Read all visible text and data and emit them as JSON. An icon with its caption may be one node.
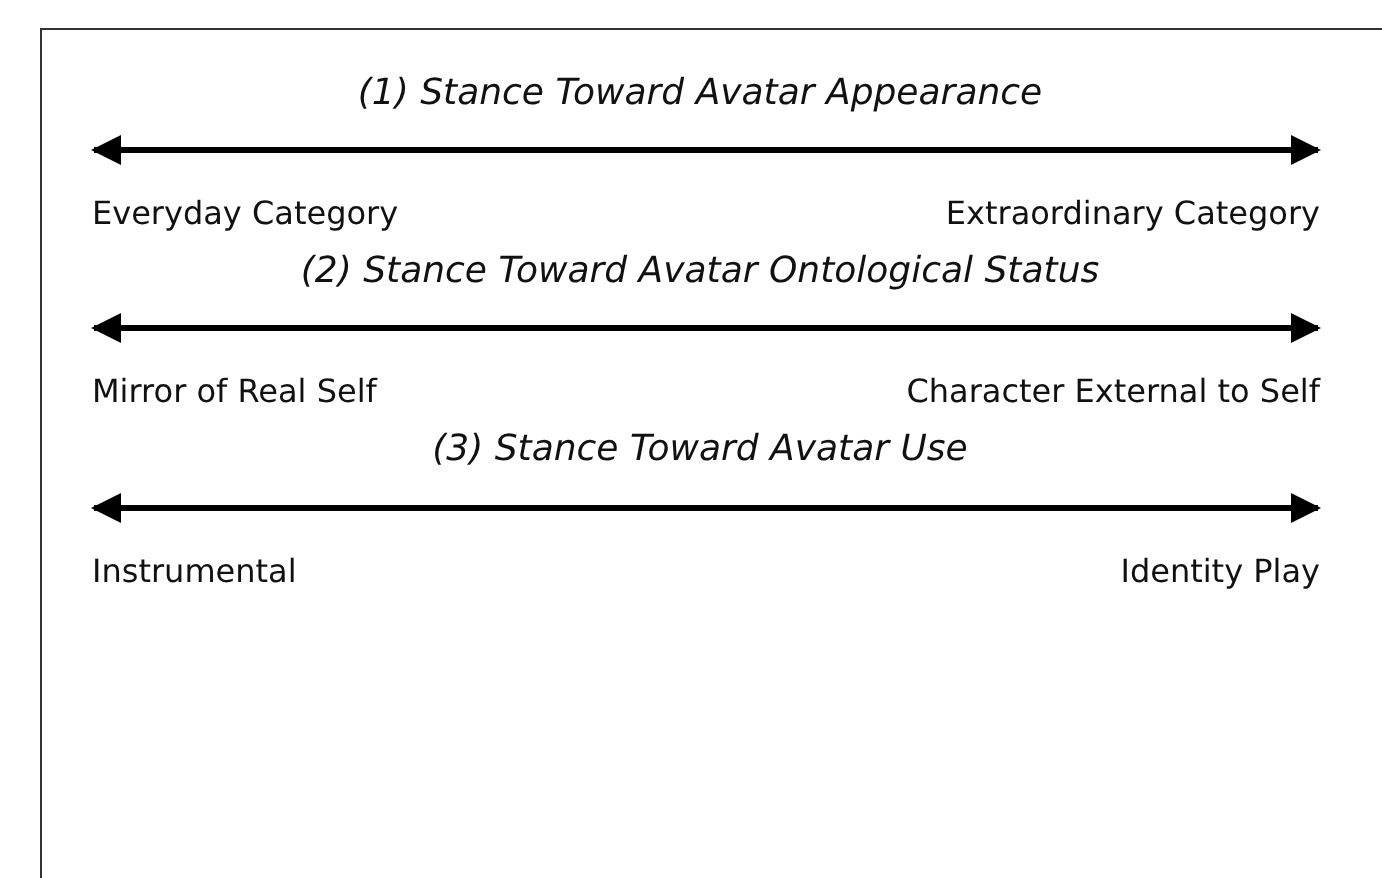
{
  "diagram": {
    "nodes": [
      {
        "text": [
          "Everyday Category"
        ]
      },
      {
        "text": [
          "Extraordinary Category"
        ]
      },
      {
        "text": [
          "Mirror of Real Self"
        ]
      },
      {
        "text": [
          "Character External to Self"
        ]
      },
      {
        "text": [
          "Instrumental"
        ]
      },
      {
        "text": [
          "Identity Play"
        ]
      }
    ],
    "edges": [
      {
        "from": 0,
        "to": 1,
        "arrow": "both"
      },
      {
        "from": 2,
        "to": 3,
        "arrow": "both"
      },
      {
        "from": 4,
        "to": 5,
        "arrow": "both"
      }
    ],
    "labels": [
      "(1) Stance Toward Avatar Appearance",
      "(2) Stance Toward Avatar Ontological Status",
      "(3) Stance Toward Avatar Use"
    ]
  }
}
